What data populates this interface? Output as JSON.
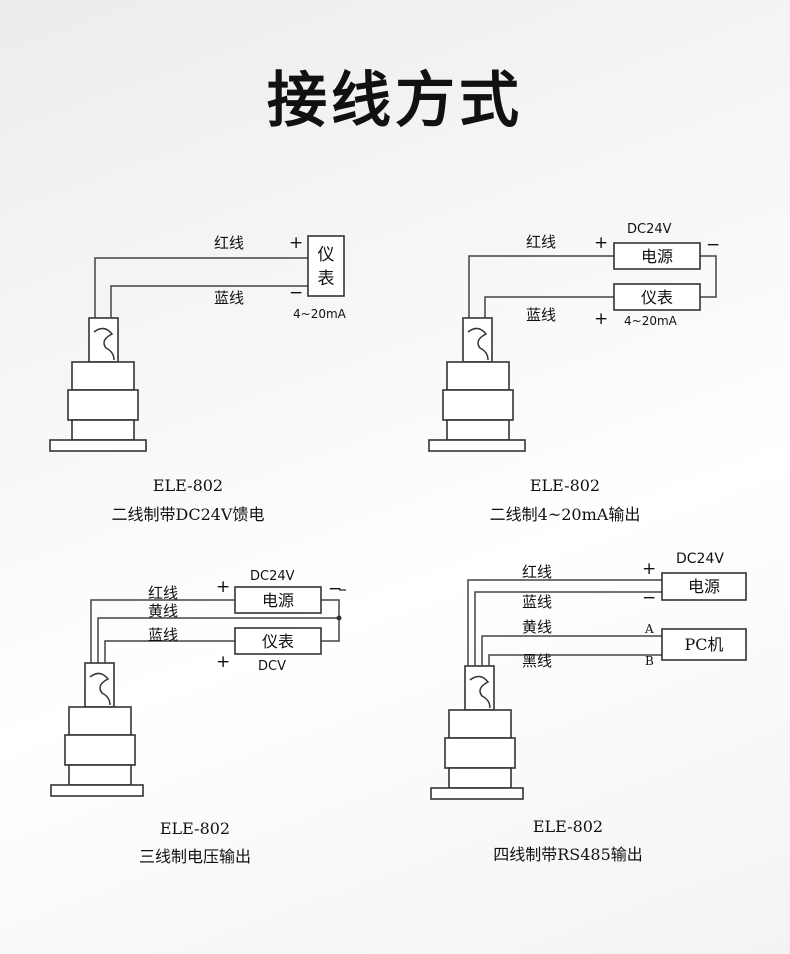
{
  "title": "接线方式",
  "diagrams": [
    {
      "wire_red": "红线",
      "wire_blue": "蓝线",
      "plus": "+",
      "minus": "−",
      "meter_char_1": "仪",
      "meter_char_2": "表",
      "current_range": "4~20mA",
      "model": "ELE-802",
      "caption": "二线制带DC24V馈电"
    },
    {
      "wire_red": "红线",
      "wire_blue": "蓝线",
      "plus_top": "+",
      "minus_top": "−",
      "plus_bottom": "+",
      "power_voltage": "DC24V",
      "power_label": "电源",
      "meter_label": "仪表",
      "current_range": "4~20mA",
      "model": "ELE-802",
      "caption": "二线制4~20mA输出"
    },
    {
      "wire_red": "红线",
      "wire_yellow": "黄线",
      "wire_blue": "蓝线",
      "plus_top": "+",
      "minus_right": "−",
      "plus_bottom": "+",
      "power_voltage": "DC24V",
      "power_label": "电源",
      "meter_label": "仪表",
      "voltage_unit": "DCV",
      "model": "ELE-802",
      "caption": "三线制电压输出"
    },
    {
      "wire_red": "红线",
      "wire_blue": "蓝线",
      "wire_yellow": "黄线",
      "wire_black": "黑线",
      "plus": "+",
      "minus": "−",
      "power_voltage": "DC24V",
      "power_label": "电源",
      "pc_label": "PC机",
      "terminal_a": "A",
      "terminal_b": "B",
      "model": "ELE-802",
      "caption": "四线制带RS485输出"
    }
  ]
}
